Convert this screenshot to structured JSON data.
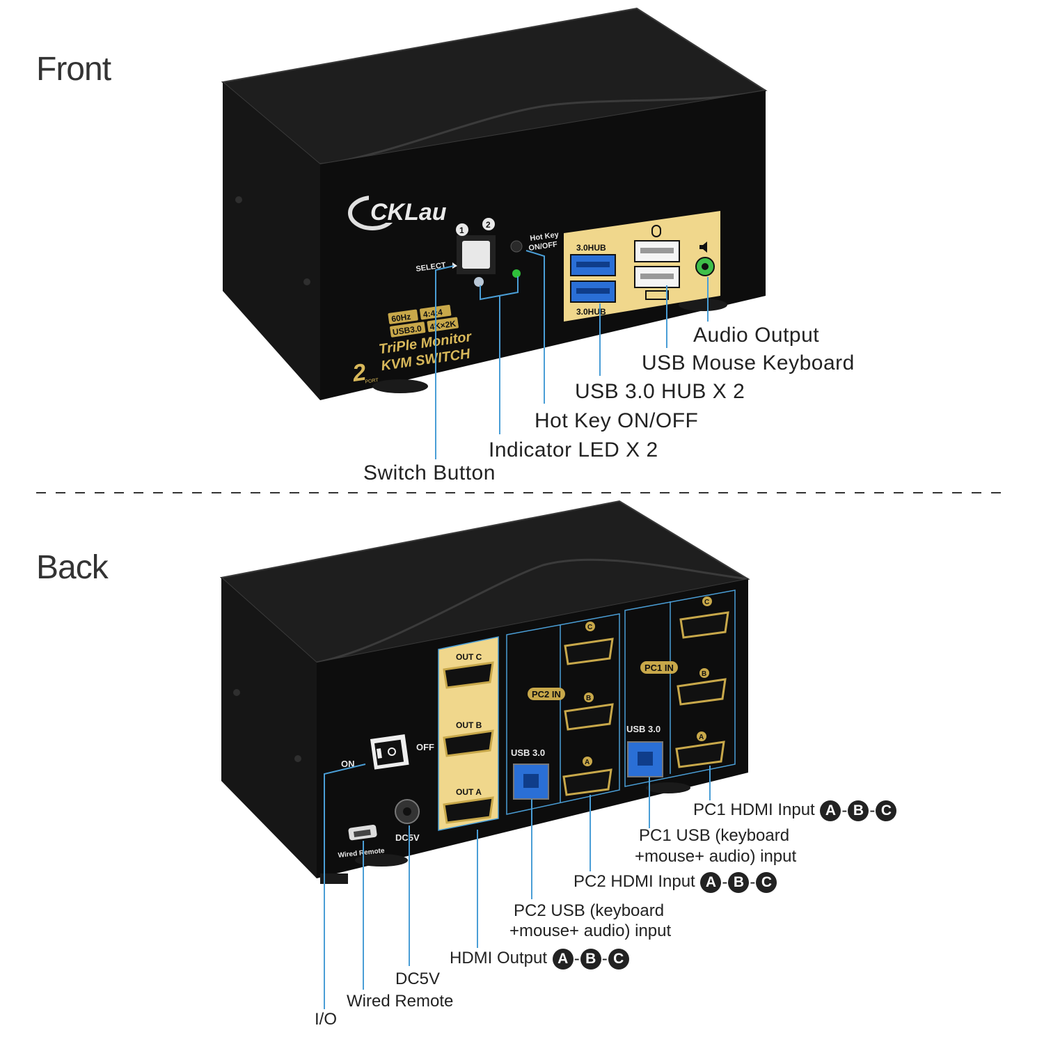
{
  "sections": {
    "front_title": "Front",
    "back_title": "Back"
  },
  "front_device": {
    "brand": "CKLau",
    "select_label": "SELECT",
    "port_1": "1",
    "port_2": "2",
    "hotkey_label_1": "Hot Key",
    "hotkey_label_2": "ON/OFF",
    "hub_top": "3.0HUB",
    "hub_bottom": "3.0HUB",
    "spec_line_1": "60Hz",
    "spec_line_2": "4:4:4",
    "spec_line_3": "USB3.0",
    "spec_line_4": "4K×2K",
    "model_line_1": "TriPle Monitor",
    "model_line_2": "KVM SWITCH",
    "port_count": "2",
    "port_word": "PORT"
  },
  "front_callouts": {
    "audio_output": "Audio Output",
    "usb_mouse_keyboard": "USB Mouse Keyboard",
    "usb_hub": "USB 3.0 HUB X 2",
    "hot_key": "Hot Key ON/OFF",
    "indicator_led": "Indicator LED X 2",
    "switch_button": "Switch Button"
  },
  "back_device": {
    "out_c": "OUT C",
    "out_b": "OUT B",
    "out_a": "OUT A",
    "pc2_in": "PC2 IN",
    "pc1_in": "PC1 IN",
    "usb30_pc2": "USB 3.0",
    "usb30_pc1": "USB 3.0",
    "port_c": "C",
    "port_b": "B",
    "port_a": "A",
    "on": "ON",
    "off": "OFF",
    "dc5v": "DC5V",
    "wired_remote": "Wired Remote"
  },
  "back_callouts": {
    "pc1_hdmi_input": "PC1 HDMI Input",
    "pc1_usb_line1": "PC1 USB (keyboard",
    "pc1_usb_line2": "+mouse+ audio) input",
    "pc2_hdmi_input": "PC2 HDMI Input",
    "pc2_usb_line1": "PC2 USB (keyboard",
    "pc2_usb_line2": "+mouse+ audio) input",
    "hdmi_output": "HDMI Output",
    "dc5v": "DC5V",
    "wired_remote": "Wired Remote",
    "io": "I/O",
    "letter_a": "A",
    "letter_b": "B",
    "letter_c": "C"
  },
  "colors": {
    "device_body": "#111111",
    "gold_panel": "#f0d78c",
    "callout_line": "#4a9ed6",
    "usb3_blue": "#2a6fd6"
  }
}
